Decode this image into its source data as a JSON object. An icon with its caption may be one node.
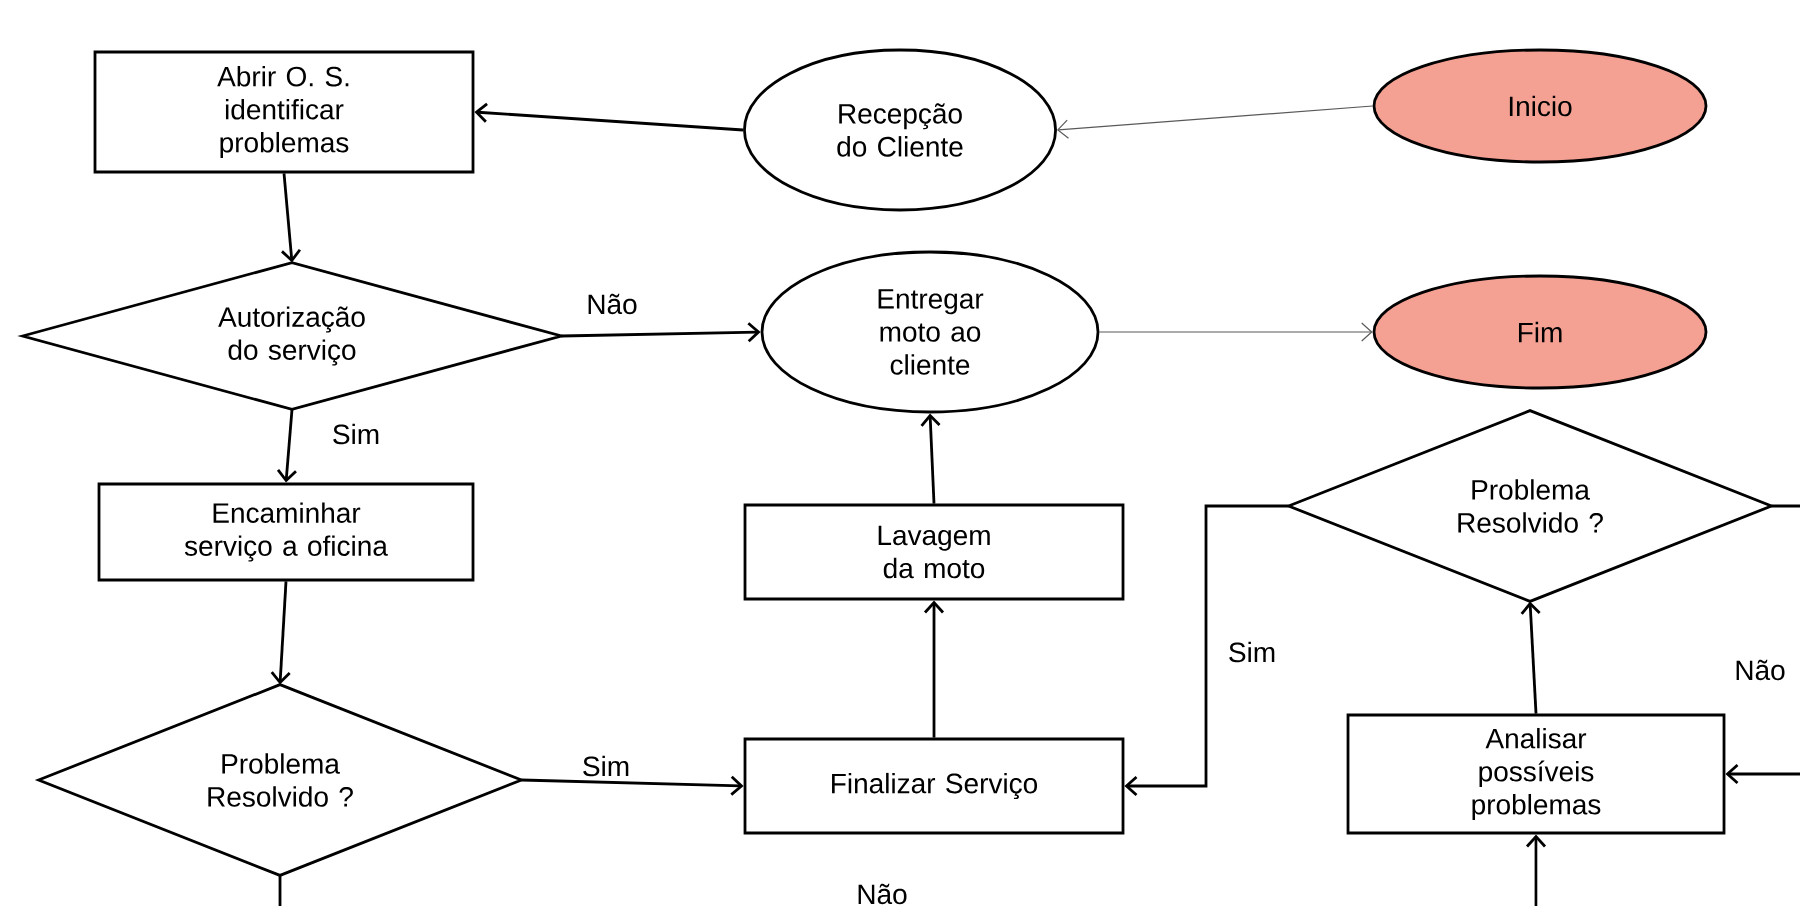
{
  "diagram": {
    "nodes": [
      {
        "text": [
          "Abrir O. S. identificar problemas"
        ]
      },
      {
        "text": [
          "Recepção do Cliente"
        ]
      },
      {
        "text": [
          "Inicio"
        ]
      },
      {
        "text": [
          "Autorização do serviço"
        ]
      },
      {
        "text": [
          "Entregar moto ao cliente"
        ]
      },
      {
        "text": [
          "Fim"
        ]
      },
      {
        "text": [
          "Encaminhar serviço a oficina"
        ]
      },
      {
        "text": [
          "Lavagem da moto"
        ]
      },
      {
        "text": [
          "Problema Resolvido ?"
        ]
      },
      {
        "text": [
          "Problema Resolvido ?"
        ]
      },
      {
        "text": [
          "Finalizar Serviço"
        ]
      },
      {
        "text": [
          "Analisar possíveis problemas"
        ]
      }
    ],
    "edges": [
      {
        "from": 1,
        "to": 0,
        "arrow": "to"
      },
      {
        "from": 2,
        "to": 1,
        "arrow": "to",
        "color": "#595959"
      },
      {
        "from": 0,
        "to": 3,
        "arrow": "to"
      },
      {
        "from": 3,
        "to": 4,
        "arrow": "to",
        "label": "Não"
      },
      {
        "from": 3,
        "to": 6,
        "arrow": "to",
        "label": "Sim"
      },
      {
        "from": 4,
        "to": 5,
        "arrow": "to",
        "color": "#595959"
      },
      {
        "from": 6,
        "to": 9,
        "arrow": "to"
      },
      {
        "from": 9,
        "to": 10,
        "arrow": "to",
        "label": "Sim"
      },
      {
        "from": 10,
        "to": 7,
        "arrow": "to"
      },
      {
        "from": 7,
        "to": 4,
        "arrow": "to"
      },
      {
        "from": 8,
        "to": 10,
        "arrow": "to",
        "label": "Sim"
      },
      {
        "from": 11,
        "to": 8,
        "arrow": "to"
      },
      {
        "from": 8,
        "to": null,
        "arrow": "none"
      },
      {
        "from": null,
        "to": 11,
        "arrow": "to"
      },
      {
        "from": null,
        "to": 11,
        "arrow": "to"
      },
      {
        "from": 9,
        "to": null,
        "arrow": "none"
      }
    ],
    "labels": [
      "Não",
      "Não"
    ]
  }
}
